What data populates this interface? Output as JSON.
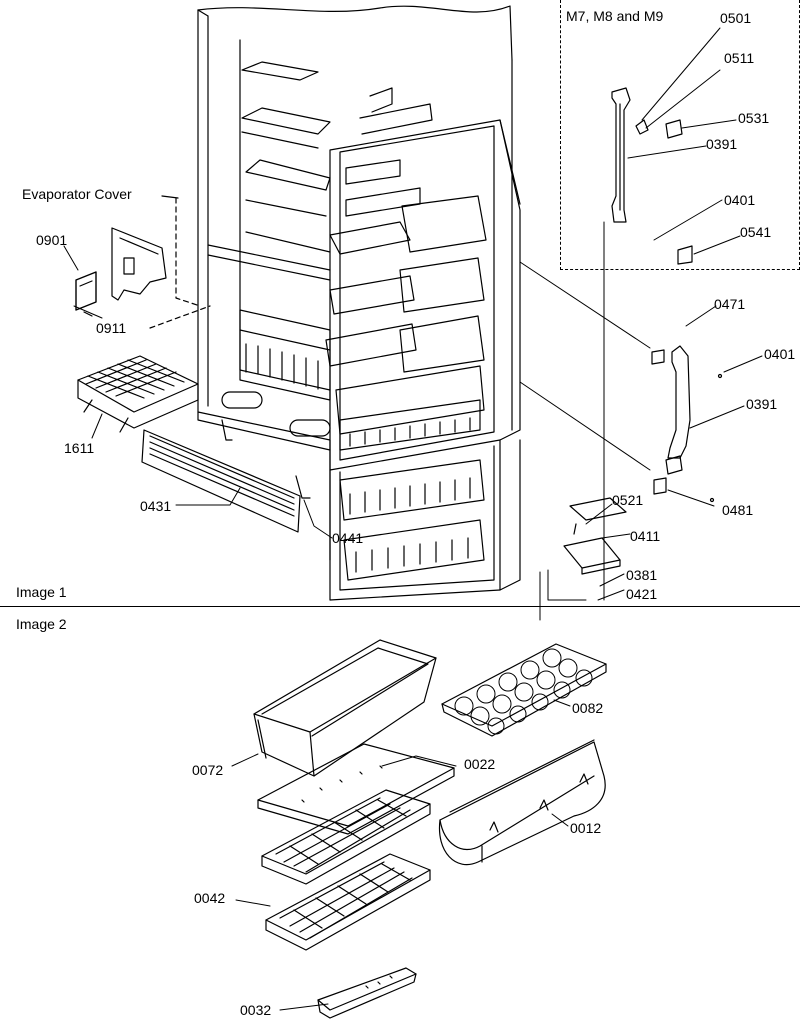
{
  "sections": {
    "image1": "Image 1",
    "image2": "Image 2"
  },
  "inset": {
    "title": "M7, M8 and M9"
  },
  "callouts": {
    "evaporator_cover": "Evaporator Cover",
    "p0901": "0901",
    "p0911": "0911",
    "p1611": "1611",
    "p0431": "0431",
    "p0441": "0441",
    "p0501": "0501",
    "p0511": "0511",
    "p0531": "0531",
    "p0391_inset": "0391",
    "p0401_inset": "0401",
    "p0541": "0541",
    "p0471": "0471",
    "p0401": "0401",
    "p0391": "0391",
    "p0481": "0481",
    "p0521": "0521",
    "p0411": "0411",
    "p0381": "0381",
    "p0421": "0421",
    "p0072": "0072",
    "p0022": "0022",
    "p0082": "0082",
    "p0012": "0012",
    "p0042": "0042",
    "p0032": "0032"
  }
}
